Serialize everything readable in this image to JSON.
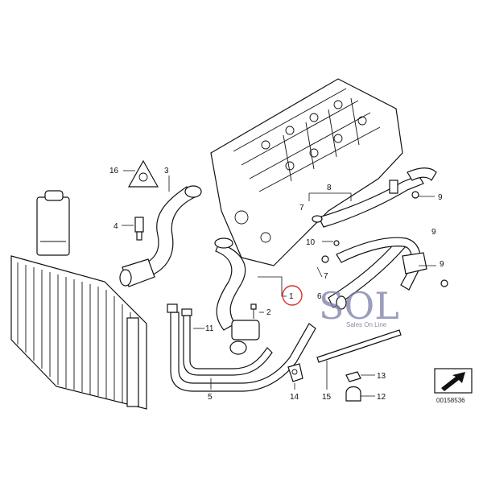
{
  "callouts": {
    "c1": "1",
    "c2": "2",
    "c3": "3",
    "c4": "4",
    "c5": "5",
    "c6": "6",
    "c7a": "7",
    "c7b": "7",
    "c8": "8",
    "c9a": "9",
    "c9b": "9",
    "c9c": "9",
    "c10": "10",
    "c11": "11",
    "c12": "12",
    "c13": "13",
    "c14": "14",
    "c15": "15",
    "c16": "16"
  },
  "highlight_color": "#d9342b",
  "logo": {
    "main": "SOL",
    "sub": "Sales On Line"
  },
  "diagram_code": "00158536"
}
